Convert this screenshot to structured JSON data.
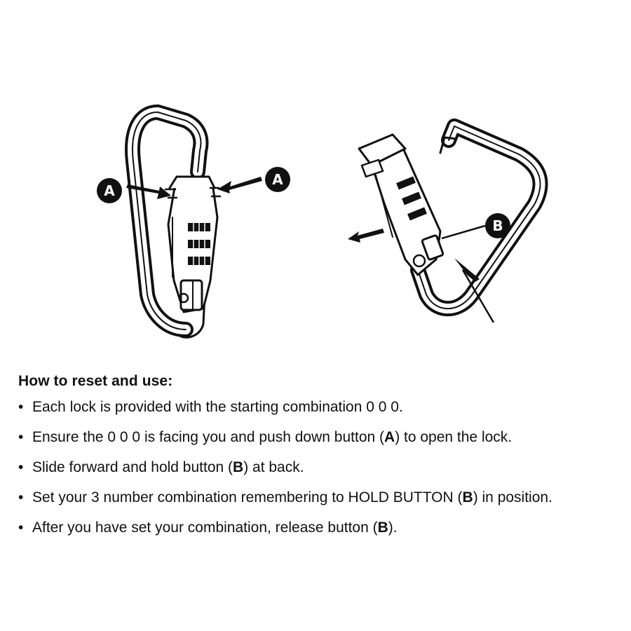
{
  "diagram": {
    "callouts": [
      "A",
      "A",
      "B"
    ]
  },
  "instructions": {
    "heading": "How to reset and use:",
    "steps": [
      {
        "before": "Each lock is provided with the starting combination 0 0 0.",
        "key": "",
        "after": ""
      },
      {
        "before": "Ensure the 0 0 0 is facing you and push down button (",
        "key": "A",
        "after": ") to open the lock."
      },
      {
        "before": "Slide forward and hold button (",
        "key": "B",
        "after": ") at back."
      },
      {
        "before": "Set your 3 number combination remembering to HOLD BUTTON (",
        "key": "B",
        "after": ") in position."
      },
      {
        "before": "After you have set your combination, release  button (",
        "key": "B",
        "after": ")."
      }
    ]
  }
}
